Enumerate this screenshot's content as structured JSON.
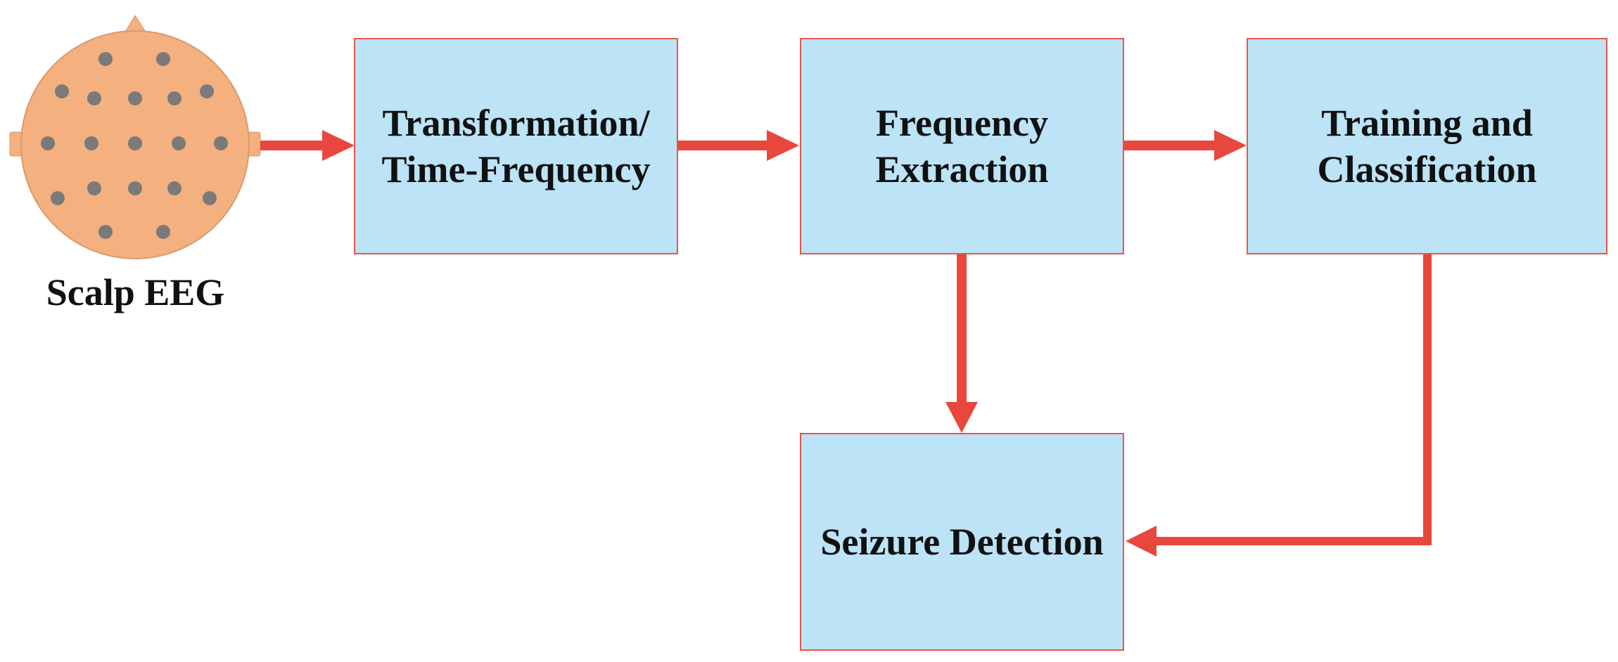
{
  "source": {
    "label": "Scalp EEG",
    "icon": "eeg-head-icon",
    "head_color": "#f4b07f",
    "electrode_color": "#7a7a7a"
  },
  "boxes": {
    "transform": {
      "label": "Transformation/\nTime-Frequency"
    },
    "extraction": {
      "label": "Frequency\nExtraction"
    },
    "training": {
      "label": "Training and\nClassification"
    },
    "detection": {
      "label": "Seizure Detection"
    }
  },
  "colors": {
    "box_fill": "#bce3f6",
    "box_border": "#e8554a",
    "arrow": "#e8473d"
  }
}
